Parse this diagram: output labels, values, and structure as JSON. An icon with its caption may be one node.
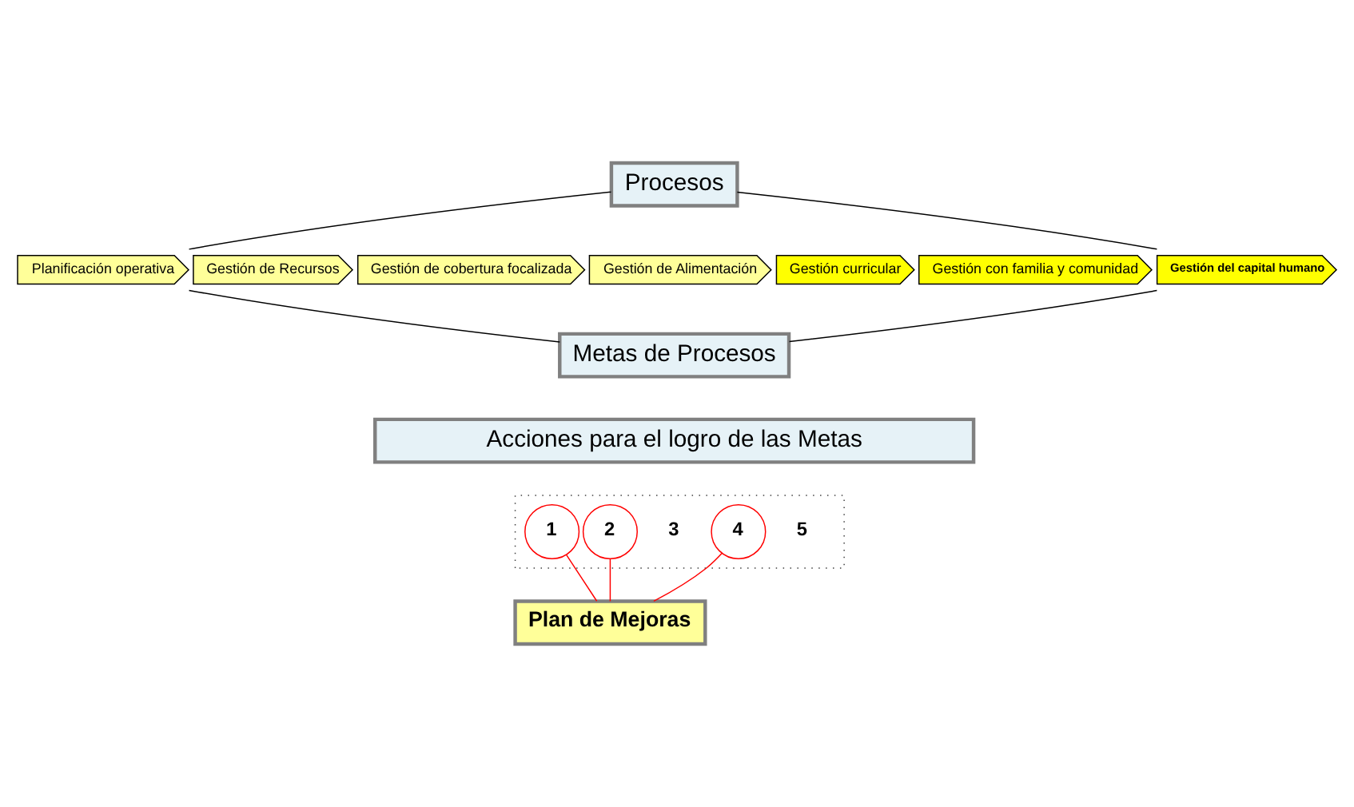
{
  "diagram": {
    "nodes": [
      {
        "text": [
          "Procesos"
        ]
      },
      {
        "text": [
          "Planificación operativa"
        ]
      },
      {
        "text": [
          "Gestión de Recursos"
        ]
      },
      {
        "text": [
          "Gestión de cobertura focalizada"
        ]
      },
      {
        "text": [
          "Gestión de Alimentación"
        ]
      },
      {
        "text": [
          "Gestión curricular"
        ]
      },
      {
        "text": [
          "Gestión con familia y comunidad"
        ]
      },
      {
        "text": [
          "Gestión del capital humano"
        ]
      },
      {
        "text": [
          "Metas de Procesos"
        ]
      },
      {
        "text": [
          "Acciones para el logro de las Metas"
        ]
      },
      {
        "text": [],
        "shape": "box"
      },
      {
        "text": [
          "1"
        ],
        "in": 10
      },
      {
        "text": [
          "2"
        ],
        "in": 10
      },
      {
        "text": [
          "3"
        ],
        "in": 10
      },
      {
        "text": [
          "4"
        ],
        "in": 10
      },
      {
        "text": [
          "5"
        ],
        "in": 10
      },
      {
        "text": [
          "Plan de Mejoras"
        ]
      }
    ],
    "edges": [
      {
        "from": 0,
        "to": 1,
        "arrow": "none"
      },
      {
        "from": 0,
        "to": 7,
        "arrow": "none"
      },
      {
        "from": 1,
        "to": 8,
        "arrow": "none"
      },
      {
        "from": 7,
        "to": 8,
        "arrow": "none"
      },
      {
        "from": 11,
        "to": 16,
        "arrow": "none",
        "color": "#ff0000"
      },
      {
        "from": 12,
        "to": 16,
        "arrow": "none",
        "color": "#ff0000"
      },
      {
        "from": 14,
        "to": 16,
        "arrow": "none",
        "color": "#ff0000"
      }
    ]
  }
}
